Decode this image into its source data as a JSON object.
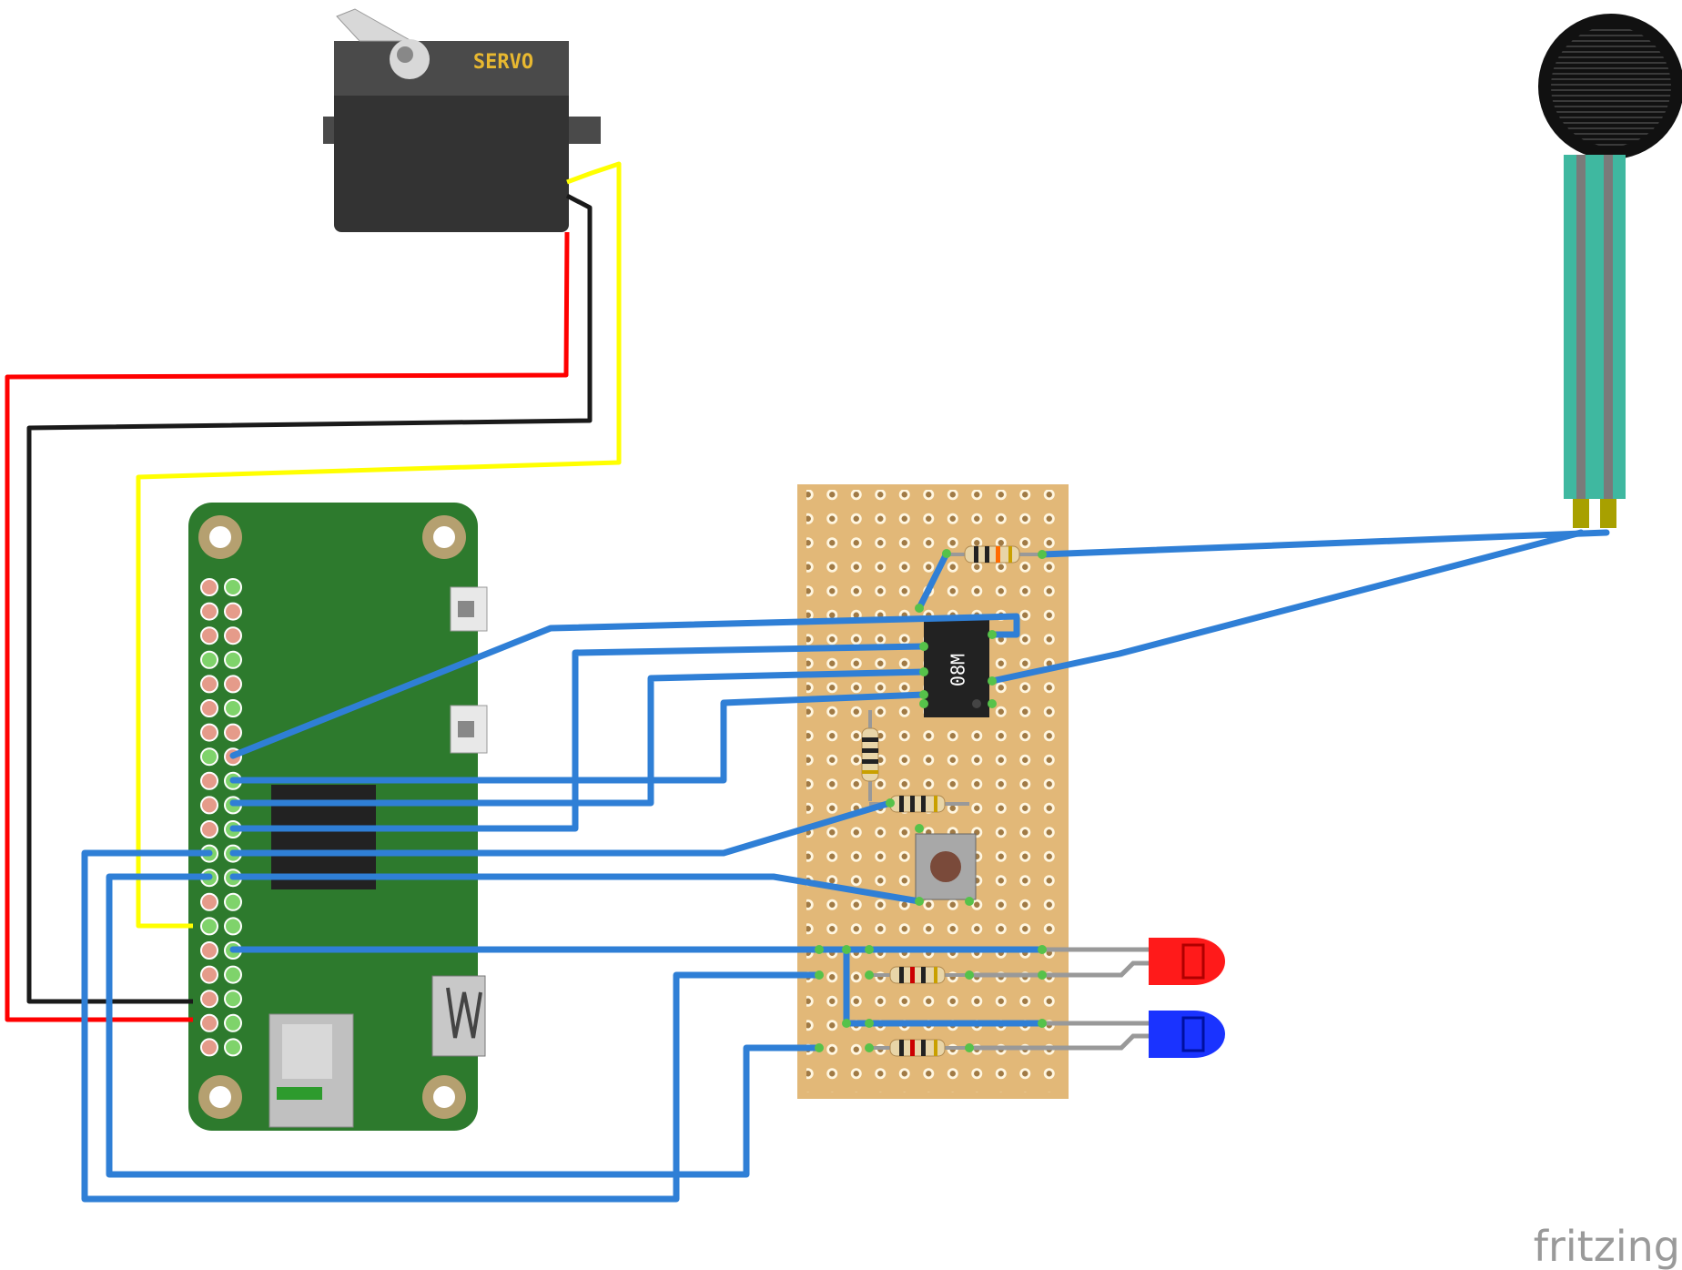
{
  "servo": {
    "label": "SERVO"
  },
  "chip": {
    "label": "08M"
  },
  "brand": {
    "label": "fritzing"
  },
  "colors": {
    "wire_blue": "#2f7fd6",
    "wire_red": "#ff0000",
    "wire_black": "#1a1a1a",
    "wire_yellow": "#ffff00",
    "pcb_green": "#2d7a2d",
    "stripboard": "#e2b878",
    "led_red": "#ff1a1a",
    "led_blue": "#1a33ff",
    "fsr_teal": "#3fb8a0"
  },
  "components": [
    "servo-motor",
    "force-sensitive-resistor",
    "raspberry-pi-zero",
    "stripboard",
    "ic-chip",
    "push-button",
    "red-led",
    "blue-led"
  ]
}
